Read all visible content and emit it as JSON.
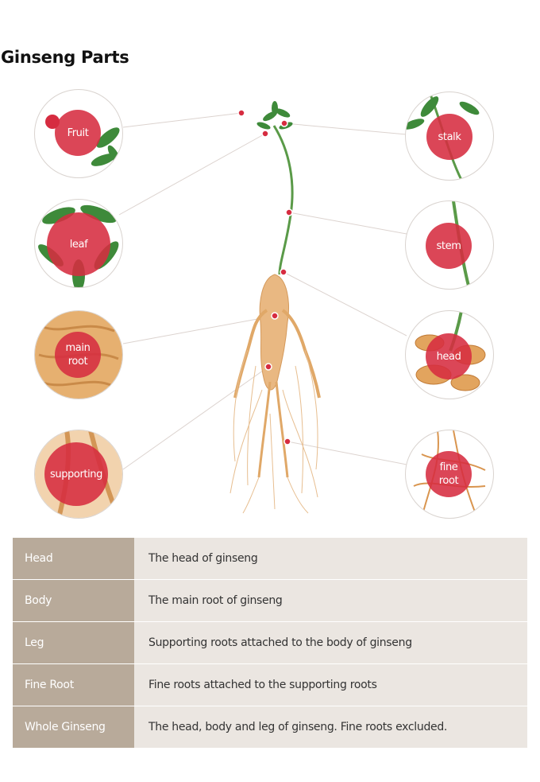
{
  "page": {
    "title": "Ginseng Parts"
  },
  "colors": {
    "accent_red": "#d62c40",
    "table_label_bg": "#b8aa9a",
    "table_desc_bg": "#ebe6e1",
    "leaf_green": "#3e8a3a",
    "root_tan": "#e3a86a"
  },
  "parts": {
    "fruit": "Fruit",
    "leaf": "leaf",
    "main_root": [
      "main",
      "root"
    ],
    "supporting": "supporting",
    "stalk": "stalk",
    "stem": "stem",
    "head": "head",
    "fine_root": [
      "fine",
      "root"
    ]
  },
  "table": {
    "rows": [
      {
        "label": "Head",
        "desc": "The head of ginseng"
      },
      {
        "label": "Body",
        "desc": "The main root of ginseng"
      },
      {
        "label": "Leg",
        "desc": "Supporting roots attached to the body of ginseng"
      },
      {
        "label": "Fine Root",
        "desc": "Fine roots attached to the supporting roots"
      },
      {
        "label": "Whole Ginseng",
        "desc": "The head, body and leg of ginseng. Fine roots excluded."
      }
    ]
  }
}
